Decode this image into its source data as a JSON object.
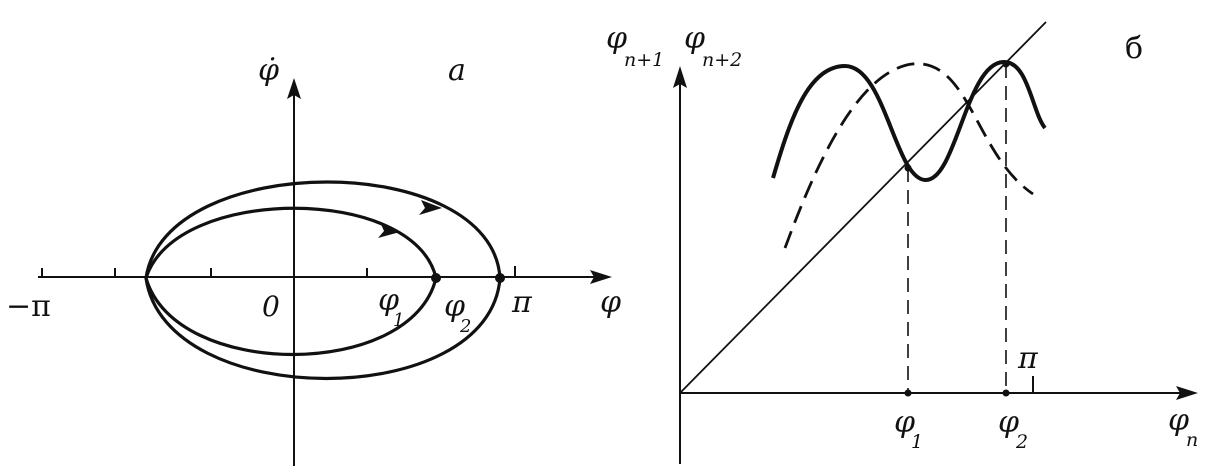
{
  "panel_a": {
    "tag": "a",
    "y_axis_label": "φ̇",
    "x_axis_label": "φ",
    "tick_neg_pi": "−π",
    "tick_zero": "0",
    "tick_phi1": "φ",
    "tick_phi1_sub": "1",
    "tick_phi2": "φ",
    "tick_phi2_sub": "2",
    "tick_pi": "π"
  },
  "panel_b": {
    "tag": "б",
    "y_label_1": "φ",
    "y_label_1_sub": "n+1",
    "y_label_2": "φ",
    "y_label_2_sub": "n+2",
    "x_axis_label": "φ",
    "x_axis_label_sub": "n",
    "tick_phi1": "φ",
    "tick_phi1_sub": "1",
    "tick_phi2": "φ",
    "tick_phi2_sub": "2",
    "tick_pi": "π"
  },
  "colors": {
    "ink": "#111111",
    "background": "#ffffff"
  }
}
